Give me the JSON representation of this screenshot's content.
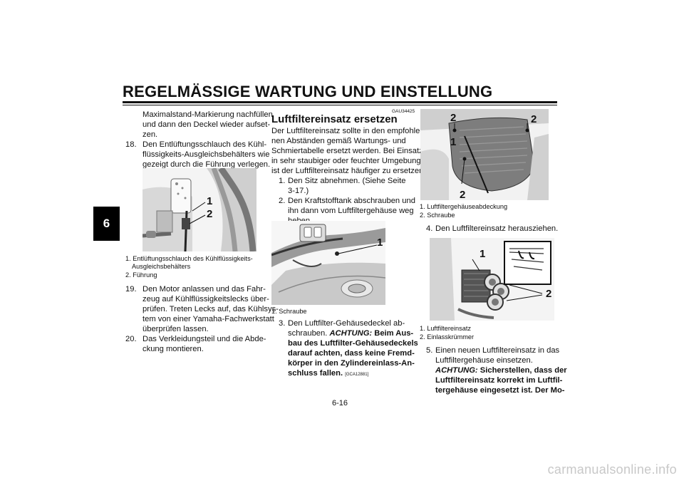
{
  "header": {
    "title": "REGELMÄSSIGE WARTUNG UND EINSTELLUNG"
  },
  "chapter_tab": "6",
  "page_number": "6-16",
  "watermark": "carmanualsonline.info",
  "col1": {
    "cont_line1": "Maximalstand-Markierung nachfüllen",
    "cont_line2": "und dann den Deckel wieder aufset-",
    "cont_line3": "zen.",
    "step18_num": "18.",
    "step18_line1": "Den Entlüftungsschlauch des Kühl-",
    "step18_line2": "flüssigkeits-Ausgleichsbehälters wie",
    "step18_line3": "gezeigt durch die Führung verlegen.",
    "fig_callout1": "1",
    "fig_callout2": "2",
    "cap1_line1": "1. Entlüftungsschlauch des Kühlflüssigkeits-",
    "cap1_line2": "Ausgleichsbehälters",
    "cap2": "2. Führung",
    "step19_num": "19.",
    "step19_line1": "Den Motor anlassen und das Fahr-",
    "step19_line2": "zeug auf Kühlflüssigkeitslecks über-",
    "step19_line3": "prüfen. Treten Lecks auf, das Kühlsys-",
    "step19_line4": "tem von einer Yamaha-Fachwerkstatt",
    "step19_line5": "überprüfen lassen.",
    "step20_num": "20.",
    "step20_line1": "Das Verkleidungsteil und die Abde-",
    "step20_line2": "ckung montieren."
  },
  "col2": {
    "code": "GAU34425",
    "heading": "Luftfiltereinsatz ersetzen",
    "intro_line1": "Der Luftfiltereinsatz sollte in den empfohle-",
    "intro_line2": "nen Abständen gemäß Wartungs- und",
    "intro_line3": "Schmiertabelle ersetzt werden. Bei Einsatz",
    "intro_line4": "in sehr staubiger oder feuchter Umgebung",
    "intro_line5": "ist der Luftfiltereinsatz häufiger zu ersetzen.",
    "step1_num": "1.",
    "step1_line1": "Den Sitz abnehmen. (Siehe Seite",
    "step1_line2": "3-17.)",
    "step2_num": "2.",
    "step2_line1": "Den Kraftstofftank abschrauben und",
    "step2_line2": "ihn dann vom Luftfiltergehäuse weg",
    "step2_line3": "heben.",
    "fig_callout1": "1",
    "cap1": "1. Schraube",
    "step3_num": "3.",
    "step3_line1": "Den Luftfilter-Gehäusedeckel ab-",
    "step3_line2_plain": "schrauben. ",
    "step3_line2_achtung": "ACHTUNG:",
    "step3_line2_bold": " Beim Aus-",
    "step3_line3": "bau des Luftfilter-Gehäusedeckels",
    "step3_line4": "darauf achten, dass keine Fremd-",
    "step3_line5": "körper in den Zylindereinlass-An-",
    "step3_line6": "schluss fallen.",
    "step3_code": "[GCA12881]"
  },
  "col3": {
    "fig1_callout_2a": "2",
    "fig1_callout_2b": "2",
    "fig1_callout_1": "1",
    "fig1_callout_2c": "2",
    "cap1": "1. Luftfiltergehäuseabdeckung",
    "cap2": "2. Schraube",
    "step4_num": "4.",
    "step4_text": "Den Luftfiltereinsatz herausziehen.",
    "fig2_callout_1": "1",
    "fig2_callout_2": "2",
    "cap3": "1. Luftfiltereinsatz",
    "cap4": "2. Einlasskrümmer",
    "step5_num": "5.",
    "step5_line1": "Einen neuen Luftfiltereinsatz in das",
    "step5_line2": "Luftfiltergehäuse einsetzen.",
    "step5_line3_achtung": "ACHTUNG:",
    "step5_line3_bold": " Sicherstellen, dass der",
    "step5_line4": "Luftfiltereinsatz korrekt im Luftfil-",
    "step5_line5": "tergehäuse eingesetzt ist. Der Mo-"
  }
}
